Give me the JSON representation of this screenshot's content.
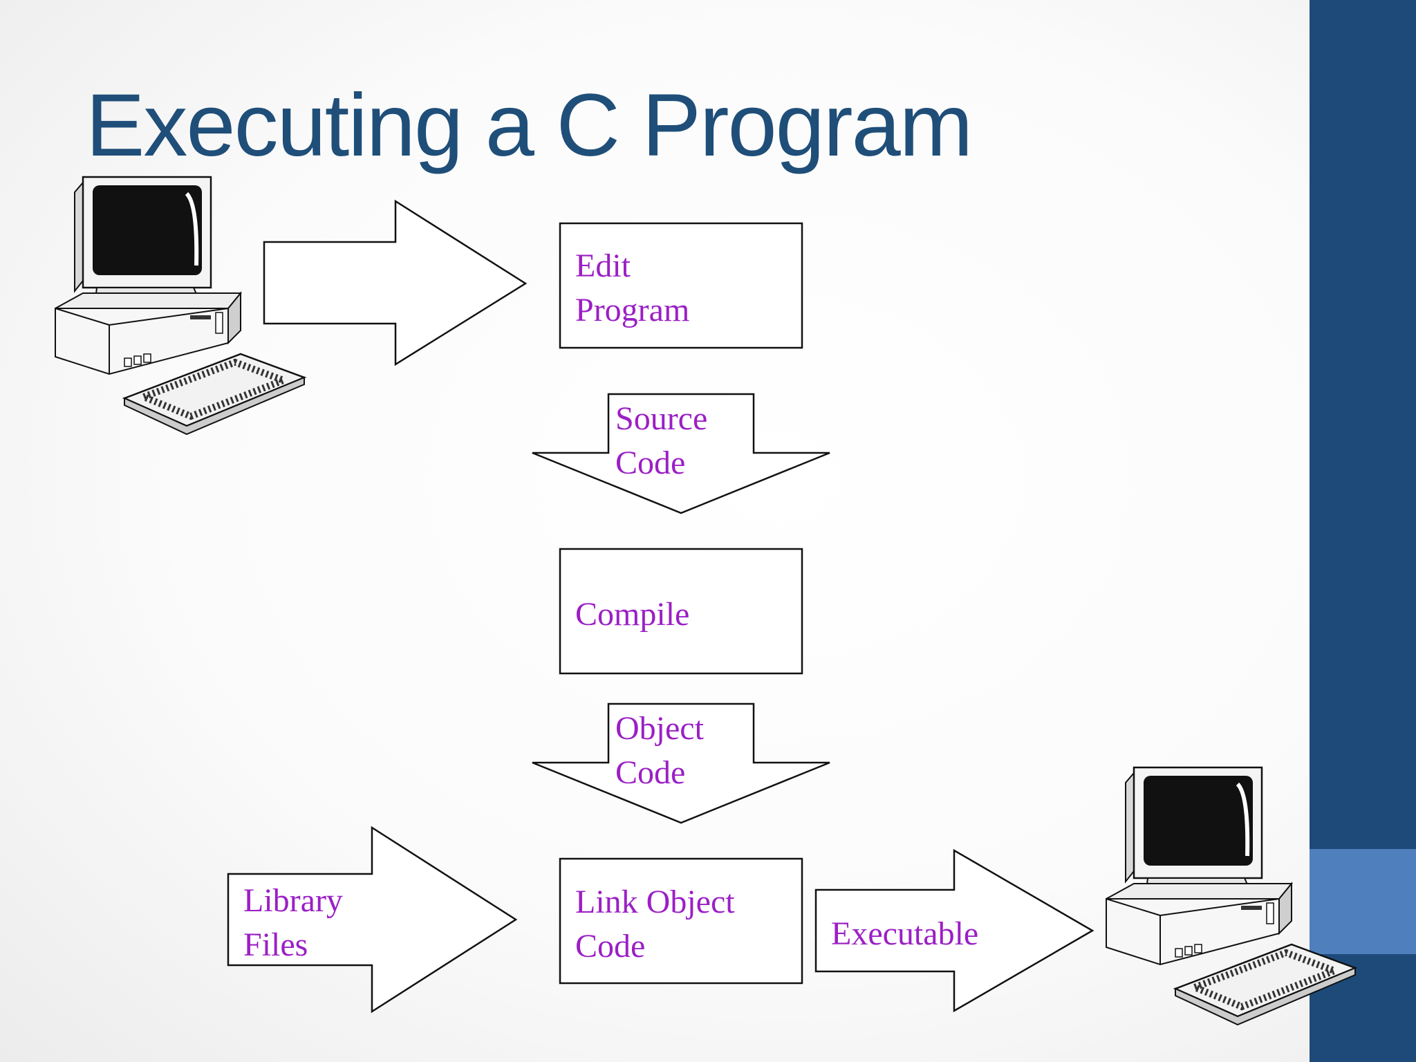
{
  "title": "Executing a C Program",
  "colors": {
    "title": "#1f4e79",
    "label": "#9b1fc5",
    "sidebar": "#1e4a7a",
    "sidebar_accent": "#4f7fbd"
  },
  "icons": [
    "desktop-computer-icon",
    "desktop-computer-icon"
  ],
  "boxes": {
    "edit": [
      "Edit",
      "Program"
    ],
    "compile": [
      "Compile"
    ],
    "link": [
      "Link Object",
      "Code"
    ]
  },
  "arrows": {
    "source": [
      "Source",
      "Code"
    ],
    "object": [
      "Object",
      "Code"
    ],
    "library": [
      "Library",
      "Files"
    ],
    "executable": [
      "Executable"
    ]
  }
}
